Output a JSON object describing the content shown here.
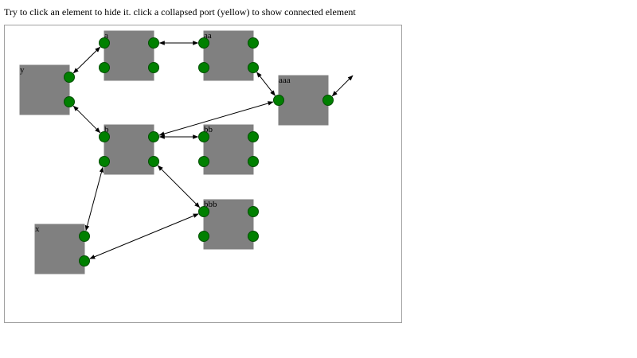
{
  "instructions": "Try to click an element to hide it. click a collapsed port (yellow) to show connected element",
  "colors": {
    "node_fill": "#808080",
    "node_stroke": "#808080",
    "port_fill": "#008000",
    "port_stroke": "#004d00",
    "link": "#000000",
    "collapsed_port": "#ffff00"
  },
  "nodes": [
    {
      "id": "a",
      "label": "a"
    },
    {
      "id": "aa",
      "label": "aa"
    },
    {
      "id": "y",
      "label": "y"
    },
    {
      "id": "aaa",
      "label": "aaa"
    },
    {
      "id": "b",
      "label": "b"
    },
    {
      "id": "bb",
      "label": "bb"
    },
    {
      "id": "bbb",
      "label": "bbb"
    },
    {
      "id": "x",
      "label": "x"
    }
  ]
}
